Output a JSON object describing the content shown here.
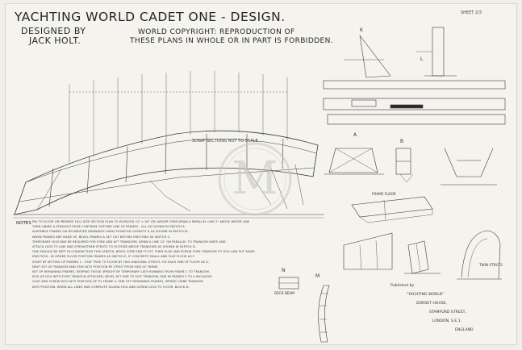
{
  "header": {
    "title": "YACHTING WORLD CADET ONE - DESIGN.",
    "designed_by": "DESIGNED BY",
    "designer": "JACK HOLT.",
    "copyright_line1": "WORLD COPYRIGHT: REPRODUCTION OF",
    "copyright_line2": "THESE PLANS IN WHOLE OR IN PART IS FORBIDDEN.",
    "sheet_number": "SHEET 2/3"
  },
  "labels": {
    "scrap_sections": "SCRAP SECTIONS NOT TO SCALE",
    "section_a": "A",
    "section_b": "B",
    "section_k": "K",
    "section_l": "L",
    "section_m": "M",
    "section_n": "N",
    "frame_floor": "FRAME FLOOR",
    "deck_beam": "DECK BEAM",
    "twin_struts": "TWIN STRUTS",
    "notes_heading": "NOTES"
  },
  "notes": [
    "PIN TO FLOOR OR PREPARE FULL SIZE SECTION PLAN TO PLYWOOD 12\" x 18\" OR LARGER THEN DRAW A PARALLEL LINE 2\" ABOVE WATER LINE",
    "THEN LINING A STRAIGHT EDGE CONTINUE OUTSIDE LINE OF FRAMES - ALL AS SHOWN IN SKETCH A.",
    "ASSEMBLE FRAMES ON DELINEATED DRAWINGS USING PLYWOOD GUSSETS & AS SHOWN IN SKETCH B.",
    "WHEN FRAMES ARE MADE UP, BEVEL FRAMES & SET OUT BEFORE ERECTING AS SKETCH C.",
    "TEMPORARY LEGS MAY BE REQUIRED FOR FORE AND AFT TRANSOMS. DRAW A LINE 12\" ON PARALLEL TO TRANSOM SIDES AND",
    "ATTACH LEGS TO LINE AND STRENGTHEN STRUTS TO OUTSIDE ABOVE TRANSOMS AS SHOWN IN SKETCH D.",
    "ONE SHOULD BE KEPT IN CONJUNCTION THIS LENGTH, BEVEL FORE END TO FIT. THEN GLUE AND SCREW FORE TRANSOM TO HOG AND PUT ASIDE.",
    "ERECTION - IN ORDER FLOOR POSITION FRAMES AS SKETCH E, IF CONCRETE SMALL AND FLUE FLOOR AS F.",
    "START BY SETTING UP FRAMES 1 - STAY TRUE TO FLOOR BY TWO DIAGONAL STRUTS. FIX EACH END OF FLOOR AS G.",
    "NEXT SET UP TRANSOM AND STAY INTO POSITION BY STRUT FROM SIDE OF FRAME.",
    "SET UP REMAINING FRAMES, KEEPING THOSE UPRIGHT BY TEMPORARY LATH RUNNING FROM FRAME 1 TO TRANSOM.",
    "PICK UP HOG WITH FORE TRANSOM ATTACHED, BEVEL AFT END TO SUIT TRANSOM, FAIR IN FRAMES 2 TO 4 INCLUSIVE.",
    "GLUE AND SCREW HOG INTO POSITION UP TO FRAME 4. FAIR OFF REMAINING FRAMES, SPRING CHINE TRANSOM.",
    "INTO POSITION, WHEN ALL LINES FAIR COMPLETE GLUING HOG AND SCREW LEGS TO FLOOR, BLOCK D."
  ],
  "publisher": {
    "heading": "Published by",
    "line1": "\"YACHTING WORLD\"",
    "line2": "DORSET HOUSE,",
    "line3": "STAMFORD STREET,",
    "line4": "LONDON, S.E.1.",
    "line5": "ENGLAND"
  },
  "watermark": {
    "monogram": "M"
  }
}
